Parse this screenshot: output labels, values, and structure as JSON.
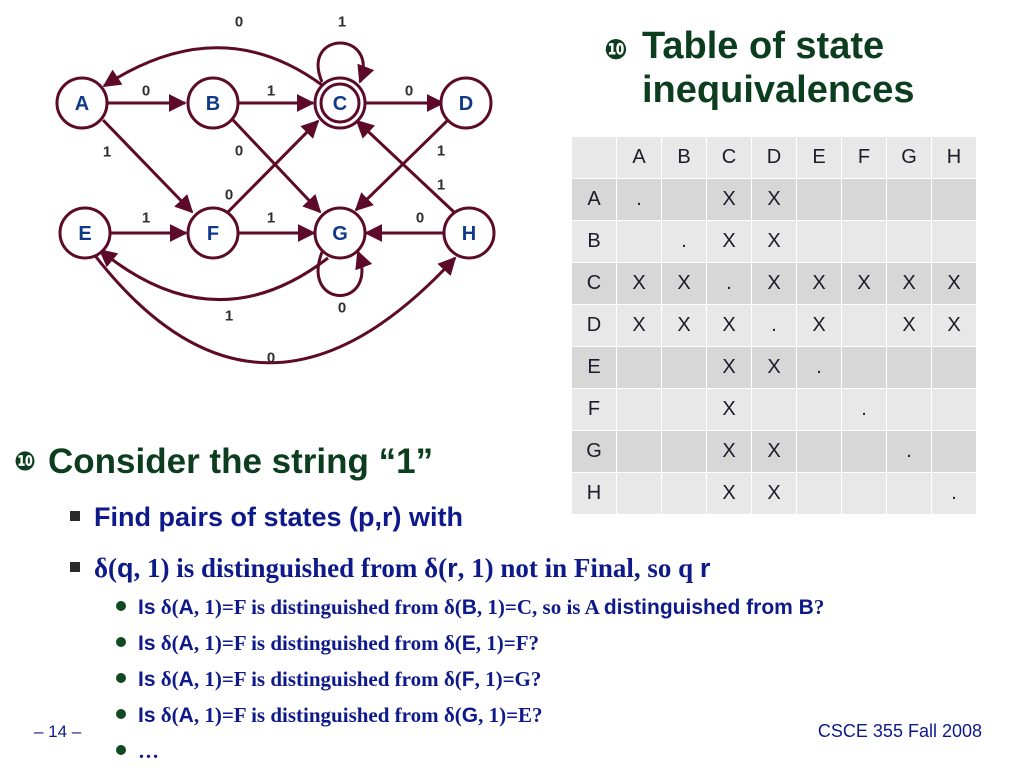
{
  "heading": {
    "bullet": "❿",
    "line1": "Table of state",
    "line2": "inequivalences"
  },
  "diagram": {
    "states": [
      "A",
      "B",
      "C",
      "D",
      "E",
      "F",
      "G",
      "H"
    ],
    "edge_labels": {
      "a_b": "0",
      "a_f": "1",
      "b_c": "1",
      "b_g": "0",
      "c_a": "0",
      "c_loop": "1",
      "c_d": "0",
      "d_c": "1",
      "e_f": "1",
      "e_h": "0",
      "f_c": "0",
      "f_g": "1",
      "g_loop": "0",
      "g_e": "1",
      "h_g": "0",
      "h_c": "1"
    },
    "colors": {
      "node_stroke": "#5c0a28",
      "node_label": "#0f3a8a",
      "edge": "#5c0a28"
    }
  },
  "table": {
    "header": [
      "",
      "A",
      "B",
      "C",
      "D",
      "E",
      "F",
      "G",
      "H"
    ],
    "rows": [
      [
        "A",
        ".",
        "",
        "X",
        "X",
        "",
        "",
        "",
        ""
      ],
      [
        "B",
        "",
        ".",
        "X",
        "X",
        "",
        "",
        "",
        ""
      ],
      [
        "C",
        "X",
        "X",
        ".",
        "X",
        "X",
        "X",
        "X",
        "X"
      ],
      [
        "D",
        "X",
        "X",
        "X",
        ".",
        "X",
        "",
        "X",
        "X"
      ],
      [
        "E",
        "",
        "",
        "X",
        "X",
        ".",
        "",
        "",
        ""
      ],
      [
        "F",
        "",
        "",
        "X",
        "",
        "",
        ".",
        "",
        ""
      ],
      [
        "G",
        "",
        "",
        "X",
        "X",
        "",
        "",
        ".",
        ""
      ],
      [
        "H",
        "",
        "",
        "X",
        "X",
        "",
        "",
        "",
        "."
      ]
    ]
  },
  "main_bullet": {
    "bullet": "❿",
    "text": "Consider the string “1”"
  },
  "sub1": {
    "text": "Find pairs of states (p,r) with"
  },
  "sub2": {
    "p1": "δ(",
    "q1": "q",
    "p2": ", 1) is distinguished from δ(",
    "r1": "r",
    "p3": ", 1) not in Final, so q ",
    "r2": "r"
  },
  "subsub": [
    {
      "is": "Is",
      "s1": " δ(",
      "x": "A",
      "s2": ", 1)=F is distinguished from δ(",
      "y": "B",
      "s3": ", 1)=C, so is A ",
      "tail": "distinguished from B",
      "end": "?"
    },
    {
      "is": "Is",
      "s1": " δ(",
      "x": "A",
      "s2": ", 1)=F is distinguished from δ(",
      "y": "E",
      "s3": ", 1)=F?"
    },
    {
      "is": "Is",
      "s1": " δ(",
      "x": "A",
      "s2": ", 1)=F is distinguished from δ(",
      "y": "F",
      "s3": ", 1)=G?"
    },
    {
      "is": "Is",
      "s1": " δ(",
      "x": "A",
      "s2": ", 1)=F is distinguished from δ(",
      "y": "G",
      "s3": ", 1)=E?"
    },
    {
      "dots": "…"
    }
  ],
  "footer": {
    "left": "– 14 –",
    "right": "CSCE 355 Fall 2008"
  }
}
